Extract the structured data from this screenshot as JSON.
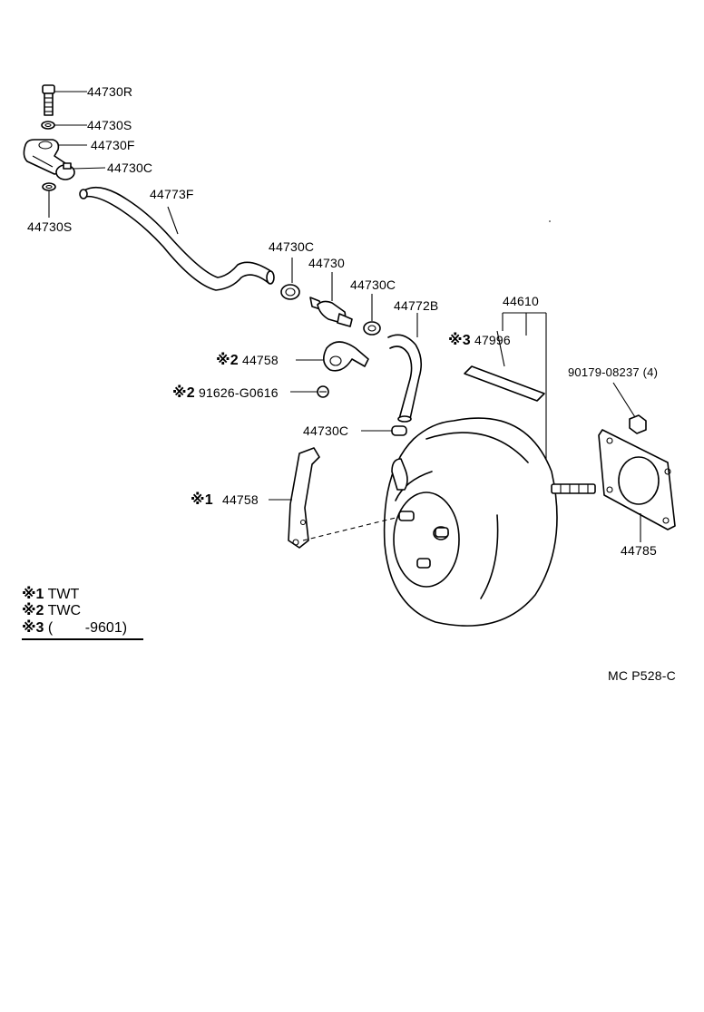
{
  "parts": {
    "p44730R": "44730R",
    "p44730S_top": "44730S",
    "p44730F": "44730F",
    "p44730C_a": "44730C",
    "p44730S_bot": "44730S",
    "p44773F": "44773F",
    "p44730C_b": "44730C",
    "p44730": "44730",
    "p44730C_c": "44730C",
    "p44772B": "44772B",
    "p44610": "44610",
    "p47996": "47996",
    "p44758_top": "44758",
    "p91626": "91626-G0616",
    "p90179": "90179-08237 (4)",
    "p44730C_d": "44730C",
    "p44758_low": "44758",
    "p44785": "44785"
  },
  "markers": {
    "m2_44758": "※2",
    "m2_91626": "※2",
    "m3_47996": "※3",
    "m1_44758": "※1"
  },
  "legend": {
    "row1_mark": "※1",
    "row1_text": "TWT",
    "row2_mark": "※2",
    "row2_text": "TWC",
    "row3_mark": "※3",
    "row3_text": "(        -9601)"
  },
  "footer": {
    "code": "MC  P528-C"
  }
}
